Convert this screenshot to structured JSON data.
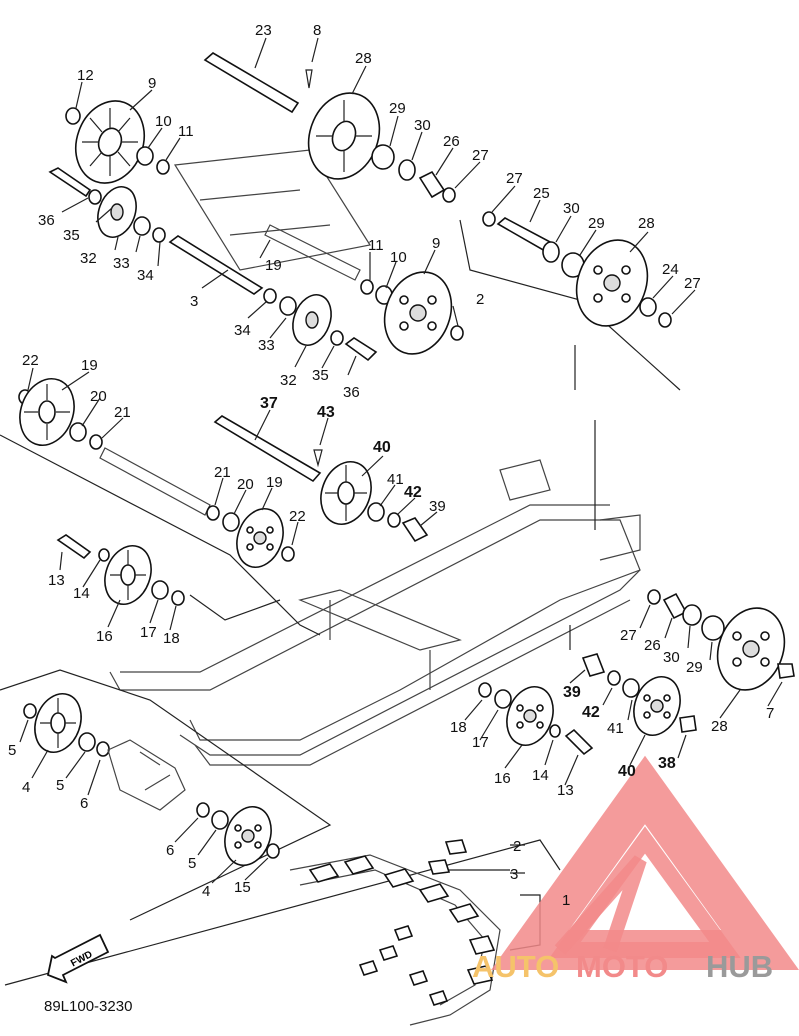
{
  "diagram": {
    "code": "89L100-3230",
    "fwd_label": "FWD",
    "labels": [
      {
        "id": "l23",
        "text": "23"
      },
      {
        "id": "l8",
        "text": "8"
      },
      {
        "id": "l28a",
        "text": "28"
      },
      {
        "id": "l12",
        "text": "12"
      },
      {
        "id": "l9a",
        "text": "9"
      },
      {
        "id": "l10a",
        "text": "10"
      },
      {
        "id": "l11a",
        "text": "11"
      },
      {
        "id": "l29a",
        "text": "29"
      },
      {
        "id": "l30a",
        "text": "30"
      },
      {
        "id": "l26a",
        "text": "26"
      },
      {
        "id": "l27a",
        "text": "27"
      },
      {
        "id": "l27b",
        "text": "27"
      },
      {
        "id": "l25",
        "text": "25"
      },
      {
        "id": "l30b",
        "text": "30"
      },
      {
        "id": "l29b",
        "text": "29"
      },
      {
        "id": "l28b",
        "text": "28"
      },
      {
        "id": "l24",
        "text": "24"
      },
      {
        "id": "l27c",
        "text": "27"
      },
      {
        "id": "l36a",
        "text": "36"
      },
      {
        "id": "l35a",
        "text": "35"
      },
      {
        "id": "l32a",
        "text": "32"
      },
      {
        "id": "l33a",
        "text": "33"
      },
      {
        "id": "l34a",
        "text": "34"
      },
      {
        "id": "l19a",
        "text": "19"
      },
      {
        "id": "l11b",
        "text": "11"
      },
      {
        "id": "l10b",
        "text": "10"
      },
      {
        "id": "l9b",
        "text": "9"
      },
      {
        "id": "l2a",
        "text": "2"
      },
      {
        "id": "l3a",
        "text": "3"
      },
      {
        "id": "l34b",
        "text": "34"
      },
      {
        "id": "l33b",
        "text": "33"
      },
      {
        "id": "l32b",
        "text": "32"
      },
      {
        "id": "l35b",
        "text": "35"
      },
      {
        "id": "l36b",
        "text": "36"
      },
      {
        "id": "l22a",
        "text": "22"
      },
      {
        "id": "l19b",
        "text": "19"
      },
      {
        "id": "l20a",
        "text": "20"
      },
      {
        "id": "l21a",
        "text": "21"
      },
      {
        "id": "l37",
        "text": "37"
      },
      {
        "id": "l43",
        "text": "43"
      },
      {
        "id": "l40a",
        "text": "40"
      },
      {
        "id": "l21b",
        "text": "21"
      },
      {
        "id": "l20b",
        "text": "20"
      },
      {
        "id": "l19c",
        "text": "19"
      },
      {
        "id": "l41a",
        "text": "41"
      },
      {
        "id": "l42a",
        "text": "42"
      },
      {
        "id": "l39a",
        "text": "39"
      },
      {
        "id": "l22b",
        "text": "22"
      },
      {
        "id": "l13a",
        "text": "13"
      },
      {
        "id": "l14a",
        "text": "14"
      },
      {
        "id": "l16a",
        "text": "16"
      },
      {
        "id": "l17a",
        "text": "17"
      },
      {
        "id": "l18a",
        "text": "18"
      },
      {
        "id": "l27d",
        "text": "27"
      },
      {
        "id": "l26b",
        "text": "26"
      },
      {
        "id": "l30c",
        "text": "30"
      },
      {
        "id": "l29c",
        "text": "29"
      },
      {
        "id": "l28c",
        "text": "28"
      },
      {
        "id": "l7",
        "text": "7"
      },
      {
        "id": "l39b",
        "text": "39"
      },
      {
        "id": "l42b",
        "text": "42"
      },
      {
        "id": "l41b",
        "text": "41"
      },
      {
        "id": "l18b",
        "text": "18"
      },
      {
        "id": "l17b",
        "text": "17"
      },
      {
        "id": "l16b",
        "text": "16"
      },
      {
        "id": "l14b",
        "text": "14"
      },
      {
        "id": "l13b",
        "text": "13"
      },
      {
        "id": "l40b",
        "text": "40"
      },
      {
        "id": "l38",
        "text": "38"
      },
      {
        "id": "l5a",
        "text": "5"
      },
      {
        "id": "l4a",
        "text": "4"
      },
      {
        "id": "l5b",
        "text": "5"
      },
      {
        "id": "l6a",
        "text": "6"
      },
      {
        "id": "l6b",
        "text": "6"
      },
      {
        "id": "l5c",
        "text": "5"
      },
      {
        "id": "l4b",
        "text": "4"
      },
      {
        "id": "l15",
        "text": "15"
      },
      {
        "id": "l2b",
        "text": "2"
      },
      {
        "id": "l3b",
        "text": "3"
      },
      {
        "id": "l1",
        "text": "1"
      }
    ]
  },
  "watermark": {
    "brand_part1": "AUTO",
    "brand_part2": "MOTO",
    "brand_part3": "HUB",
    "color_primary": "#f28a8a",
    "color_gold": "#f5c36a",
    "color_gray": "#9a9a9a"
  }
}
